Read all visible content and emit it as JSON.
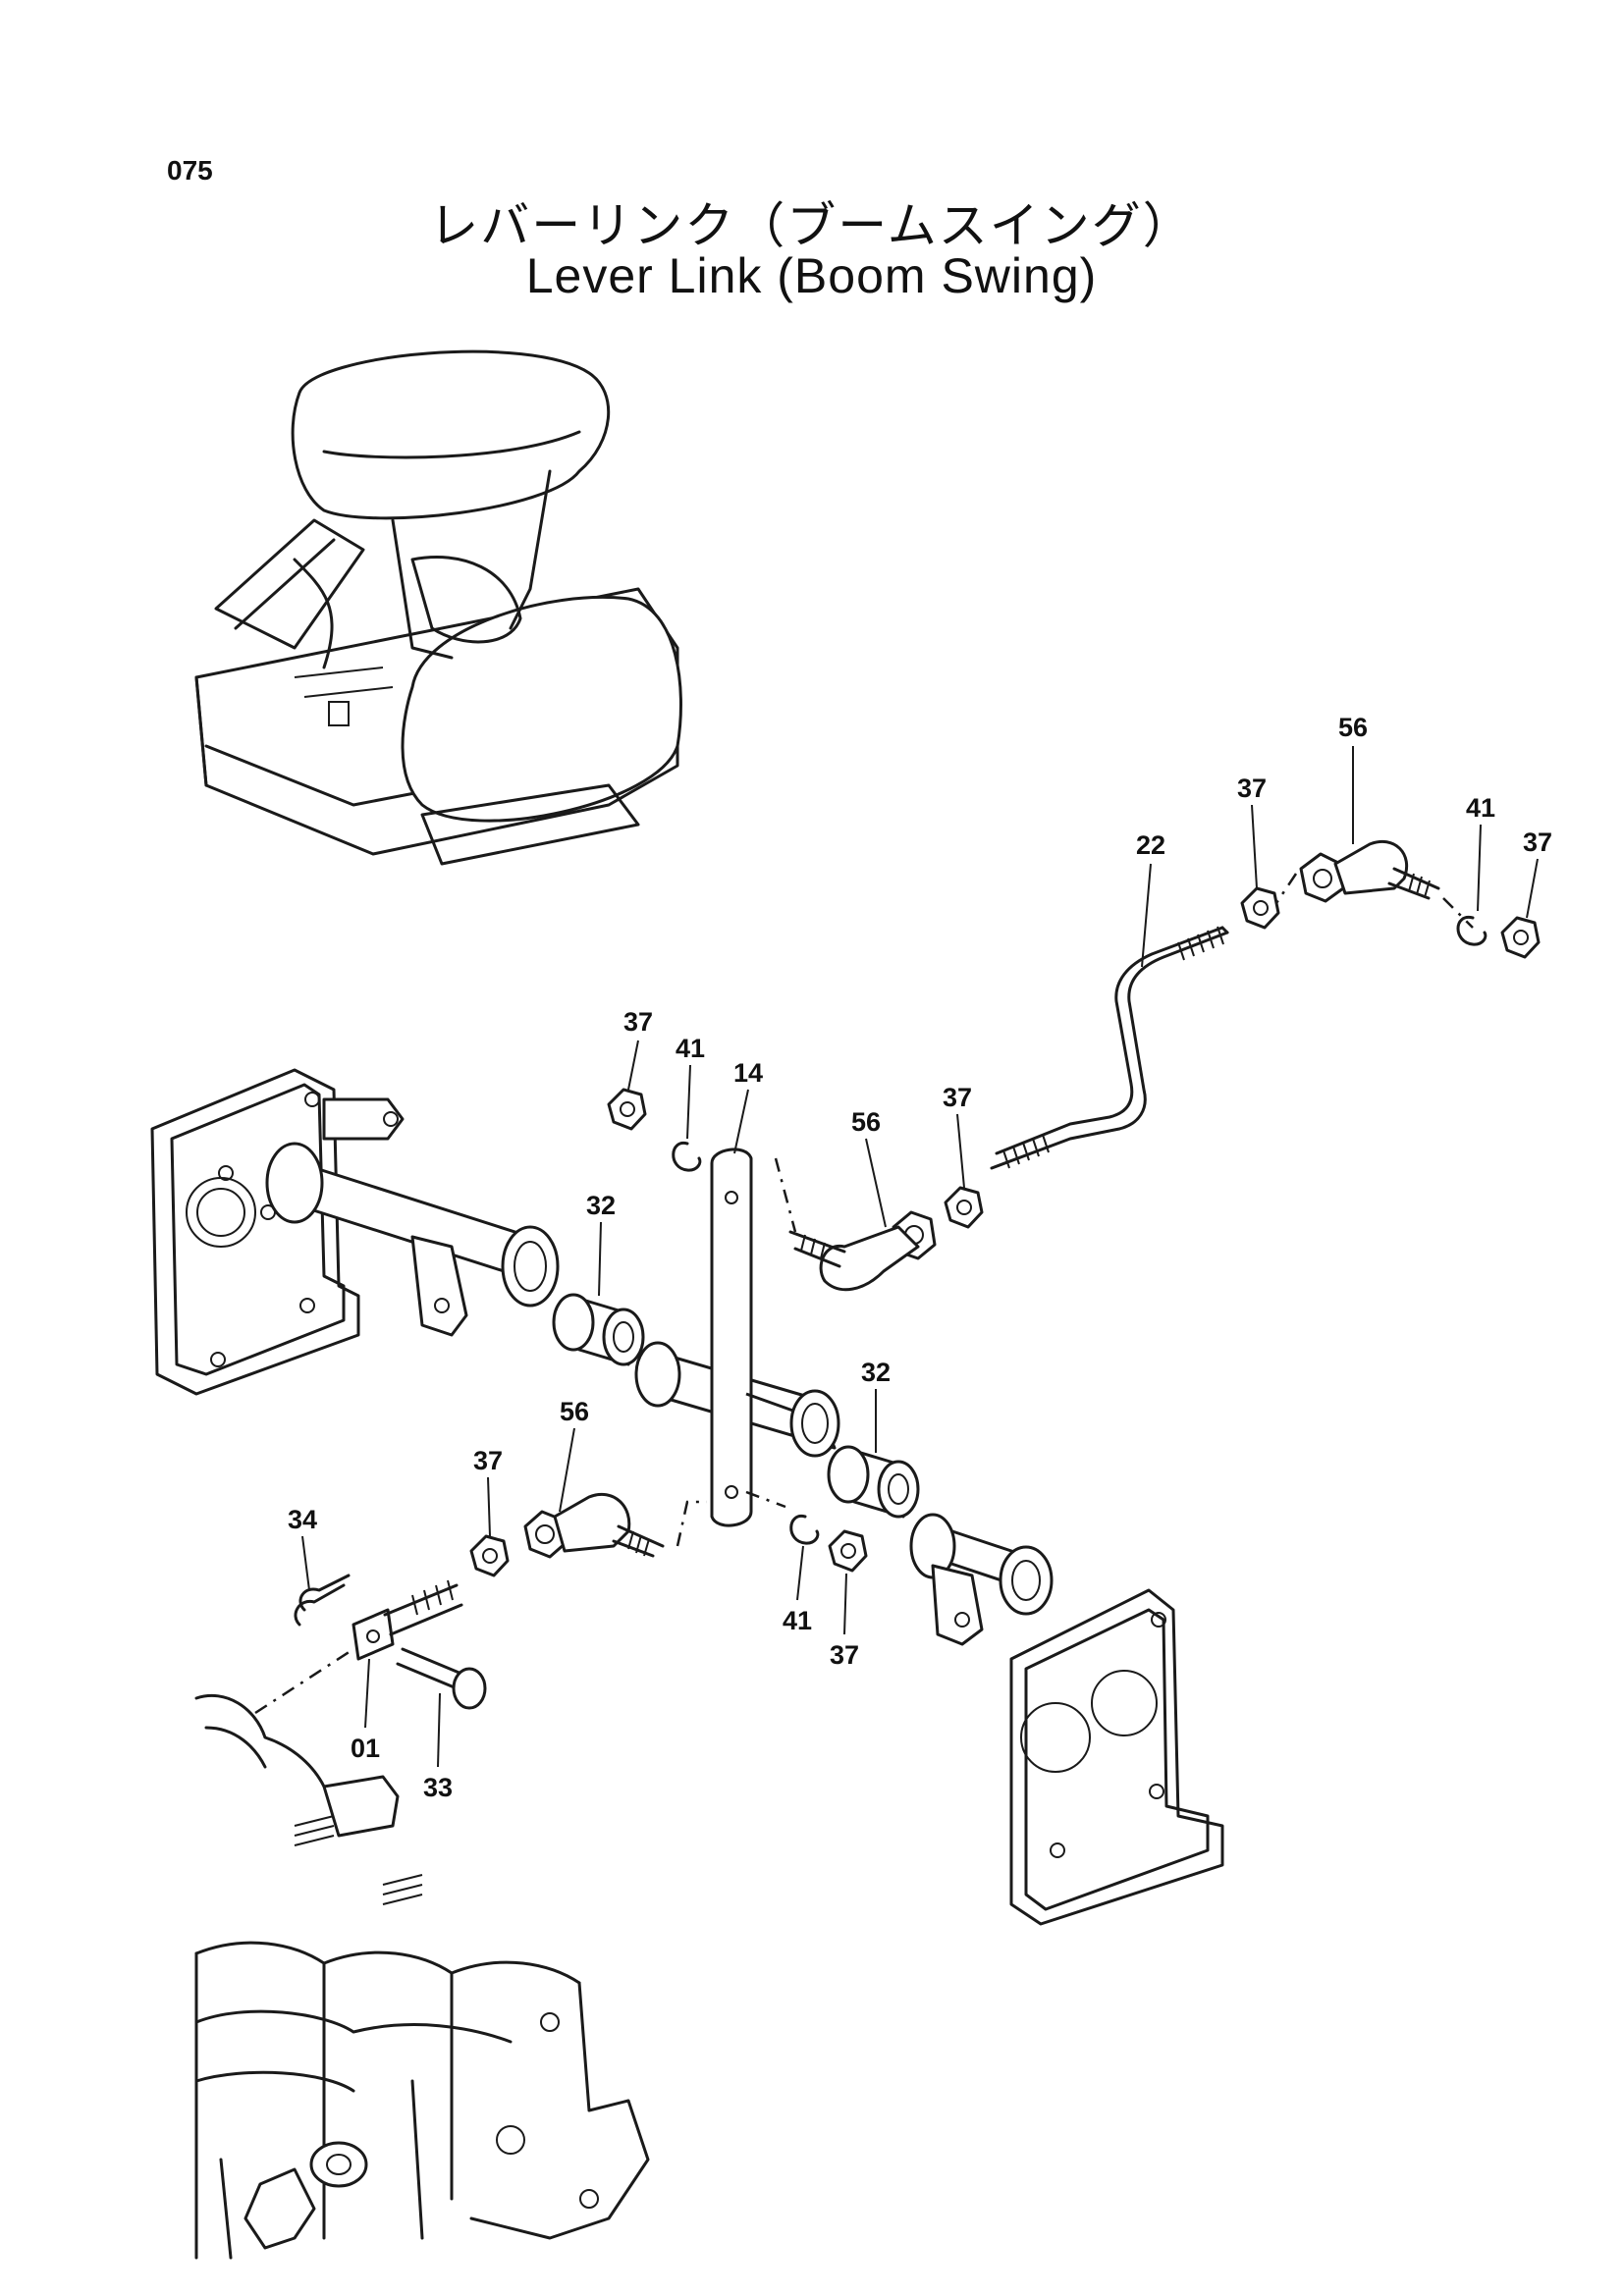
{
  "page": {
    "number": "075",
    "title_jp": "レバーリンク（ブームスイング）",
    "title_en": "Lever Link (Boom Swing)"
  },
  "callouts": [
    {
      "id": "c-56-top",
      "label": "56"
    },
    {
      "id": "c-37-top-a",
      "label": "37"
    },
    {
      "id": "c-41-top",
      "label": "41"
    },
    {
      "id": "c-37-top-b",
      "label": "37"
    },
    {
      "id": "c-22",
      "label": "22"
    },
    {
      "id": "c-37-upper",
      "label": "37"
    },
    {
      "id": "c-41-upper",
      "label": "41"
    },
    {
      "id": "c-14",
      "label": "14"
    },
    {
      "id": "c-37-mid",
      "label": "37"
    },
    {
      "id": "c-56-mid",
      "label": "56"
    },
    {
      "id": "c-32-left",
      "label": "32"
    },
    {
      "id": "c-32-right",
      "label": "32"
    },
    {
      "id": "c-56-low",
      "label": "56"
    },
    {
      "id": "c-37-low",
      "label": "37"
    },
    {
      "id": "c-34",
      "label": "34"
    },
    {
      "id": "c-41-low",
      "label": "41"
    },
    {
      "id": "c-37-bottom",
      "label": "37"
    },
    {
      "id": "c-01",
      "label": "01"
    },
    {
      "id": "c-33",
      "label": "33"
    }
  ]
}
